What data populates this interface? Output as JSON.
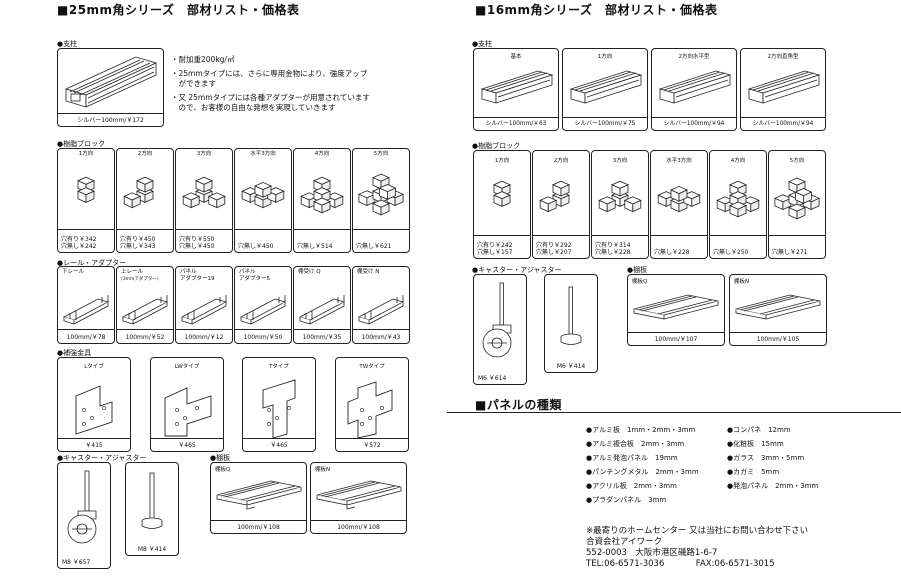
{
  "left": {
    "title": "■25mm角シリーズ　部材リスト・価格表",
    "post": {
      "section": "●支柱",
      "price": "シルバー100mm/￥172",
      "features": [
        "・耐加重200kg/㎡",
        "・25mmタイプには、さらに専用金物により、強度アップ",
        "　ができます",
        "・又 25mmタイプには各種アダプターが用意されています",
        "　ので、お客様の自由な発想を実現していきます"
      ]
    },
    "blocks": {
      "section": "●樹脂ブロック",
      "items": [
        {
          "label": "1方向",
          "prices": [
            "穴有り￥342",
            "穴無し￥242"
          ]
        },
        {
          "label": "2方向",
          "prices": [
            "穴有り￥450",
            "穴無し￥343"
          ]
        },
        {
          "label": "3方向",
          "prices": [
            "穴有り￥550",
            "穴無し￥450"
          ]
        },
        {
          "label": "水平3方向",
          "prices": [
            "穴無し￥450"
          ]
        },
        {
          "label": "4方向",
          "prices": [
            "穴無し￥514"
          ]
        },
        {
          "label": "5方向",
          "prices": [
            "穴無し￥621"
          ]
        }
      ]
    },
    "rails": {
      "section": "●レール・アダプター",
      "items": [
        {
          "label": "下レール",
          "sub": "",
          "price": "100mm/￥78"
        },
        {
          "label": "上レール",
          "sub": "(3mmアダプター)",
          "price": "100mm/￥52"
        },
        {
          "label": "パネル",
          "sub": "アダプター19",
          "price": "100mm/￥12"
        },
        {
          "label": "パネル",
          "sub": "アダプター5",
          "price": "100mm/￥50"
        },
        {
          "label": "棚受け Q",
          "sub": "",
          "price": "100mm/￥35"
        },
        {
          "label": "棚受け N",
          "sub": "",
          "price": "100mm/￥43"
        }
      ]
    },
    "brackets": {
      "section": "●補強金具",
      "items": [
        {
          "label": "Lタイプ",
          "price": "￥415"
        },
        {
          "label": "LWタイプ",
          "price": "￥465"
        },
        {
          "label": "Tタイプ",
          "price": "￥465"
        },
        {
          "label": "TWタイプ",
          "price": "￥572"
        }
      ]
    },
    "caster": {
      "section": "●キャスター・アジャスター",
      "items": [
        {
          "price": "M8 ￥657"
        },
        {
          "price": "M8 ￥414"
        }
      ]
    },
    "shelf": {
      "section": "●棚板",
      "items": [
        {
          "label": "棚板Q",
          "price": "100mm/￥108"
        },
        {
          "label": "棚板N",
          "price": "100mm/￥108"
        }
      ]
    }
  },
  "right": {
    "title": "■16mm角シリーズ　部材リスト・価格表",
    "posts": {
      "section": "●支柱",
      "items": [
        {
          "label": "基本",
          "price": "シルバー100mm/￥63"
        },
        {
          "label": "1方向",
          "price": "シルバー100mm/￥75"
        },
        {
          "label": "2方向水平型",
          "price": "シルバー100mm/￥94"
        },
        {
          "label": "2方向直角型",
          "price": "シルバー100mm/￥94"
        }
      ]
    },
    "blocks": {
      "section": "●樹脂ブロック",
      "items": [
        {
          "label": "1方向",
          "prices": [
            "穴有り￥242",
            "穴無し￥157"
          ]
        },
        {
          "label": "2方向",
          "prices": [
            "穴有り￥292",
            "穴無し￥207"
          ]
        },
        {
          "label": "3方向",
          "prices": [
            "穴有り￥314",
            "穴無し￥228"
          ]
        },
        {
          "label": "水平3方向",
          "prices": [
            "穴無し￥228"
          ]
        },
        {
          "label": "4方向",
          "prices": [
            "穴無し￥250"
          ]
        },
        {
          "label": "5方向",
          "prices": [
            "穴無し￥271"
          ]
        }
      ]
    },
    "caster": {
      "section": "●キャスター・アジャスター",
      "items": [
        {
          "price": "M6 ￥614"
        },
        {
          "price": "M6 ￥414"
        }
      ]
    },
    "shelf": {
      "section": "●棚板",
      "items": [
        {
          "label": "棚板Q",
          "price": "100mm/￥107"
        },
        {
          "label": "棚板N",
          "price": "100mm/￥105"
        }
      ]
    },
    "panels": {
      "title": "■パネルの種類",
      "col1": [
        "●アルミ板　1mm・2mm・3mm",
        "●アルミ複合板　2mm・3mm",
        "●アルミ発泡パネル　19mm",
        "●パンチングメタル　2mm・3mm",
        "●アクリル板　2mm・3mm",
        "●プラダンパネル　3mm"
      ],
      "col2": [
        "●コンパネ　12mm",
        "●化粧板　15mm",
        "●ガラス　3mm・5mm",
        "●カガミ　5mm",
        "●発泡パネル　2mm・3mm"
      ]
    },
    "contact": {
      "note": "※最寄りのホームセンター 又は当社にお問い合わせ下さい",
      "company": "合資会社アイワーク",
      "address": "552-0003　大阪市港区磯路1-6-7",
      "tel": "TEL:06-6571-3036",
      "fax": "FAX:06-6571-3015"
    }
  }
}
